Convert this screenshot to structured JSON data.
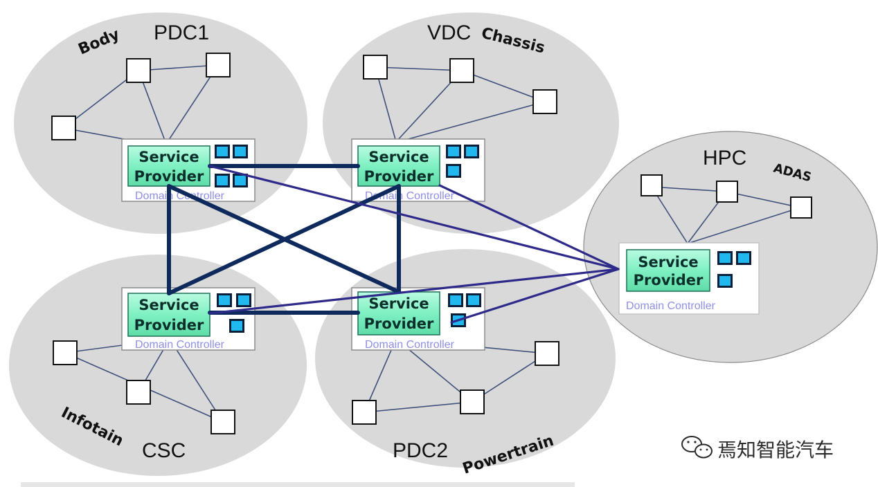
{
  "zones": {
    "pdc1": {
      "title": "PDC1",
      "domain": "Body"
    },
    "vdc": {
      "title": "VDC",
      "domain": "Chassis"
    },
    "csc": {
      "title": "CSC",
      "domain": "Infotain"
    },
    "pdc2": {
      "title": "PDC2",
      "domain": "Powertrain"
    },
    "hpc": {
      "title": "HPC",
      "domain": "ADAS"
    }
  },
  "controller": {
    "service_line1": "Service",
    "service_line2": "Provider",
    "caption": "Domain Controller"
  },
  "watermark": {
    "text": "焉知智能汽车",
    "icon": "wechat-icon"
  },
  "colors": {
    "zone_fill": "#d9d9d9",
    "backbone": "#0e2a5c",
    "hpc_link": "#2e2a8a",
    "service_provider_fill": "#7ff0c2",
    "caption_color": "#8e8ee6",
    "chip_fill": "#20b8ee"
  }
}
